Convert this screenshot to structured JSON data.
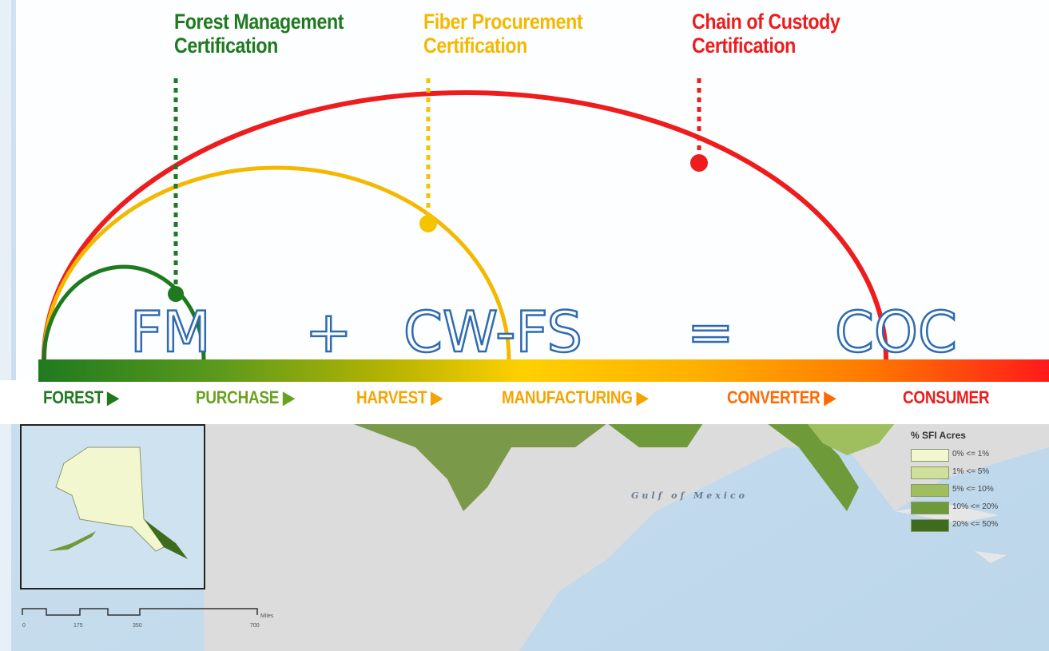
{
  "certifications": [
    {
      "line1": "Forest Management",
      "line2": "Certification",
      "color": "#1f7a1f"
    },
    {
      "line1": "Fiber Procurement",
      "line2": "Certification",
      "color": "#f5b800"
    },
    {
      "line1": "Chain of Custody",
      "line2": "Certification",
      "color": "#ee1c1c"
    }
  ],
  "equation": {
    "fm": "FM",
    "plus": "+",
    "cwfs": "CW-FS",
    "equals": "=",
    "coc": "COC",
    "color": "#2f6bb0"
  },
  "stages": [
    "FOREST ▶",
    "PURCHASE ▶",
    "HARVEST ▶",
    "MANUFACTURING ▶",
    "CONVERTER ▶",
    "CONSUMER"
  ],
  "stage_colors": [
    "#1f7a1f",
    "#6aa11f",
    "#f5a400",
    "#f5a400",
    "#ff6a00",
    "#ee1c1c"
  ],
  "map": {
    "gulf_label": "Gulf of Mexico",
    "legend_title": "% SFI Acres",
    "legend": [
      {
        "label": "0% <= 1%",
        "color": "#f2f7cf"
      },
      {
        "label": "1% <= 5%",
        "color": "#cfe09a"
      },
      {
        "label": "5% <= 10%",
        "color": "#9fbf5e"
      },
      {
        "label": "10% <= 20%",
        "color": "#6f9a3a"
      },
      {
        "label": "20% <= 50%",
        "color": "#3f6b1f"
      }
    ],
    "scale_unit": "Miles",
    "scale_ticks": [
      "0",
      "175",
      "350",
      "700"
    ]
  }
}
